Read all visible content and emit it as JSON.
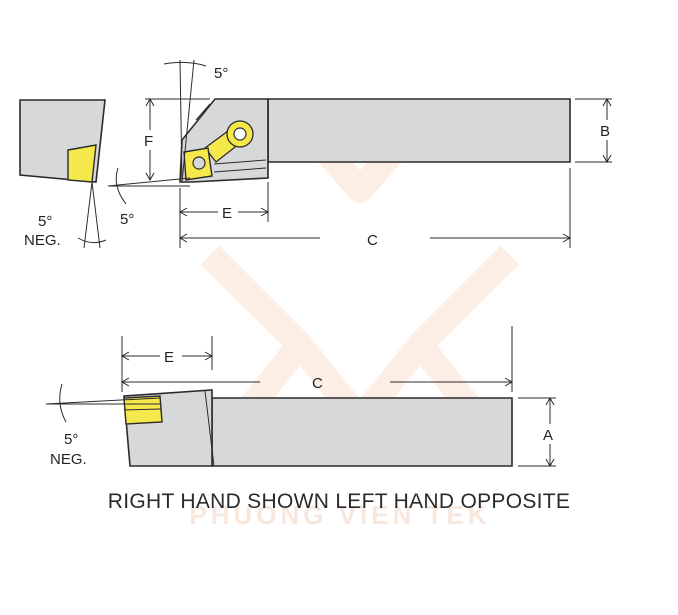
{
  "colors": {
    "body": "#d6d8da",
    "outline": "#2b2b2b",
    "insert": "#f5e84a",
    "watermark": "#f2b48a"
  },
  "labels": {
    "angle_top": "5°",
    "angle_left": "5°",
    "angle_left_neg_value": "5°",
    "angle_left_neg_text": "NEG.",
    "angle_bottom_value": "5°",
    "angle_bottom_text": "NEG.",
    "dim_f": "F",
    "dim_e_top": "E",
    "dim_c_top": "C",
    "dim_b": "B",
    "dim_e_bottom": "E",
    "dim_c_bottom": "C",
    "dim_a": "A"
  },
  "caption": "RIGHT HAND SHOWN LEFT HAND OPPOSITE",
  "watermark_logo_text": "PHUONG VIEN TEK"
}
